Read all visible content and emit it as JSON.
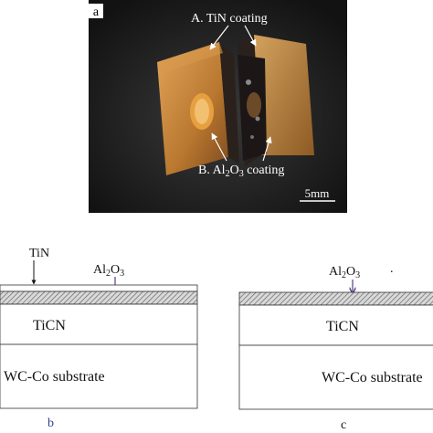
{
  "photo": {
    "panel_label": "a",
    "label_a": "A. TiN coating",
    "label_b_prefix": "B. Al",
    "label_b_sub": "2",
    "label_b_mid": "O",
    "label_b_sub2": "3",
    "label_b_suffix": " coating",
    "scale_bar": "5mm"
  },
  "diagram_b": {
    "top_label": "TiN",
    "coating_prefix": "Al",
    "coating_sub1": "2",
    "coating_mid": "O",
    "coating_sub2": "3",
    "middle_layer": "TiCN",
    "substrate": "WC-Co substrate",
    "caption": "b"
  },
  "diagram_c": {
    "coating_prefix": "Al",
    "coating_sub1": "2",
    "coating_mid": "O",
    "coating_sub2": "3",
    "dot": ".",
    "middle_layer": "TiCN",
    "substrate": "WC-Co substrate",
    "caption": "c"
  },
  "colors": {
    "photo_bg": "#1b1b1c",
    "insert_copper": "#c9893f",
    "insert_dark": "#2a211c",
    "caption_blue": "#2f3f8f",
    "arrow_purple": "#5a3d8a",
    "layer_line": "#333333"
  }
}
